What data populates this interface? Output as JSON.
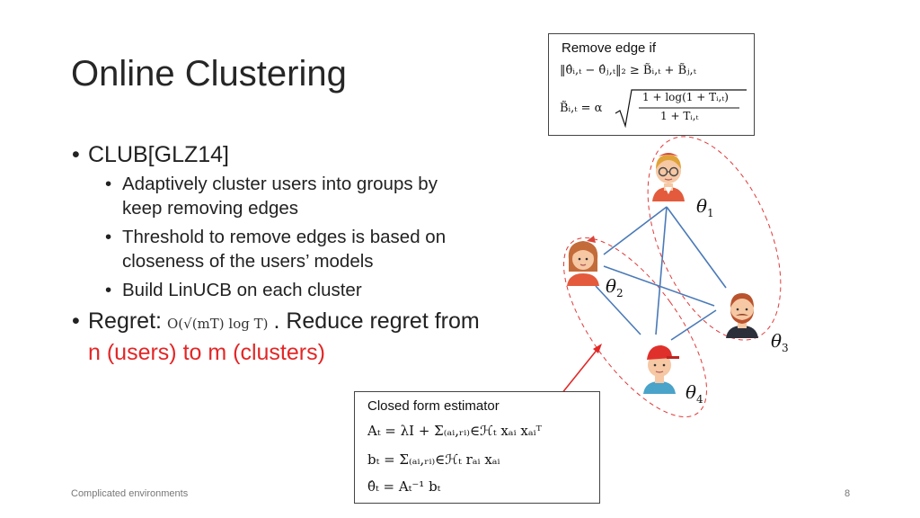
{
  "slide": {
    "title": "Online Clustering",
    "bullets": {
      "club": "CLUB[GLZ14]",
      "sub1_line1": "Adaptively cluster users into groups by",
      "sub1_line2": "keep removing edges",
      "sub2_line1": "Threshold to remove edges is based on",
      "sub2_line2": "closeness of the users’ models",
      "sub3": "Build LinUCB on each cluster",
      "regret_label": "Regret:",
      "regret_formula": "O(√(mT) log T)",
      "regret_tail": ". Reduce regret from",
      "regret_line2": "n (users) to m (clusters)"
    },
    "remove_box": {
      "label": "Remove edge if",
      "eq1": "‖θ̂ᵢ,ₜ − θ̂ⱼ,ₜ‖₂ ≥ B̃ᵢ,ₜ + B̃ⱼ,ₜ",
      "eq2_lhs": "B̃ᵢ,ₜ = α",
      "eq2_num": "1 + log(1 + Tᵢ,ₜ)",
      "eq2_den": "1 + Tᵢ,ₜ"
    },
    "closed_box": {
      "label": "Closed form estimator",
      "eq1": "Aₜ = λI + Σ₍ₐᵢ,ᵣᵢ₎∈ℋₜ xₐᵢ xₐᵢᵀ",
      "eq2": "bₜ = Σ₍ₐᵢ,ᵣᵢ₎∈ℋₜ rₐᵢ xₐᵢ",
      "eq3": "θ̂ₜ = Aₜ⁻¹ bₜ"
    },
    "graph": {
      "theta1": "θ",
      "theta1_sub": "1",
      "theta2": "θ",
      "theta2_sub": "2",
      "theta3": "θ",
      "theta3_sub": "3",
      "theta4": "θ",
      "theta4_sub": "4"
    },
    "footer": {
      "left": "Complicated environments",
      "page": "8"
    },
    "colors": {
      "edge": "#4a7ab8",
      "cluster": "#e03a3a",
      "arrow": "#e32626",
      "accent_text": "#e32626"
    },
    "icons": [
      "user-avatar-icon-glasses",
      "user-avatar-icon-girl",
      "user-avatar-icon-mustache",
      "user-avatar-icon-cap"
    ]
  }
}
